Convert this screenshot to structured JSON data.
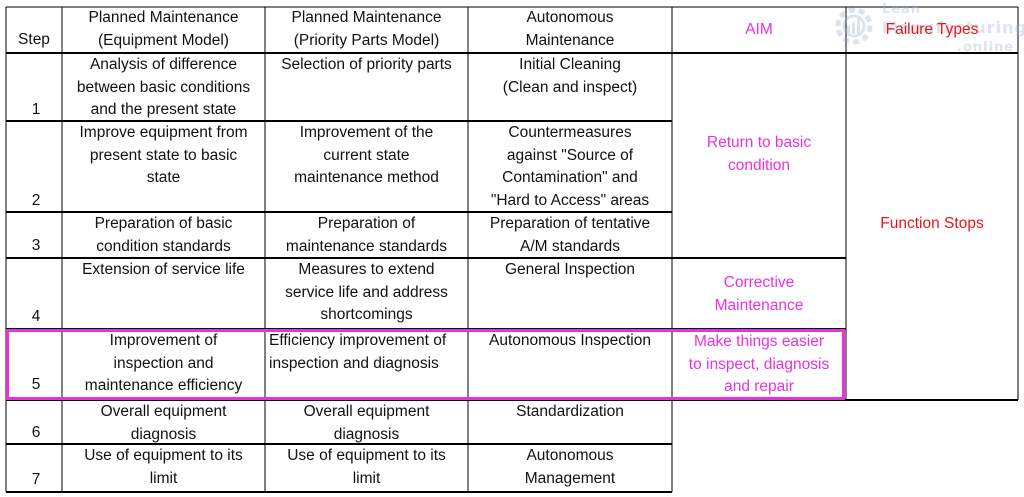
{
  "colors": {
    "aim_text": "#e832e0",
    "failure_text": "#e8161b",
    "highlight_border": "#e832e0",
    "grid": "#000000",
    "watermark": "#9bb4cc"
  },
  "watermark": {
    "icon": "gear-chart-icon",
    "line1": "Lean",
    "line2": "Manufacturing",
    "line3": ".online"
  },
  "headers": {
    "step": "Step",
    "equipment_model": "Planned Maintenance\n(Equipment Model)",
    "priority_parts_model": "Planned Maintenance\n(Priority Parts Model)",
    "autonomous": "Autonomous\nMaintenance",
    "aim": "AIM",
    "failure_types": "Failure Types"
  },
  "rows": [
    {
      "step": "1",
      "equipment": "Analysis of difference\nbetween basic conditions\nand the present state",
      "priority": "Selection of priority parts",
      "autonomous": "Initial Cleaning\n(Clean and inspect)"
    },
    {
      "step": "2",
      "equipment": "Improve equipment from\npresent state to basic\nstate",
      "priority": "Improvement of the\ncurrent state\nmaintenance method",
      "autonomous": "Countermeasures\nagainst \"Source of\nContamination\" and\n\"Hard to Access\" areas"
    },
    {
      "step": "3",
      "equipment": "Preparation of basic\ncondition standards",
      "priority": "Preparation of\nmaintenance standards",
      "autonomous": "Preparation of tentative\nA/M standards"
    },
    {
      "step": "4",
      "equipment": "Extension of service life",
      "priority": "Measures to extend\nservice life and address\nshortcomings",
      "autonomous": "General Inspection"
    },
    {
      "step": "5",
      "equipment": "Improvement of\ninspection and\nmaintenance efficiency",
      "priority": "Efficiency improvement of\ninspection and diagnosis",
      "autonomous": "Autonomous Inspection"
    },
    {
      "step": "6",
      "equipment": "Overall equipment\ndiagnosis",
      "priority": "Overall equipment\ndiagnosis",
      "autonomous": "Standardization"
    },
    {
      "step": "7",
      "equipment": "Use of equipment to its\nlimit",
      "priority": "Use of equipment to its\nlimit",
      "autonomous": "Autonomous\nManagement"
    }
  ],
  "aims": {
    "return_to_basic": "Return to basic\ncondition",
    "corrective": "Corrective\nMaintenance",
    "easier_inspect": "Make things easier\nto inspect, diagnosis\nand repair"
  },
  "failure_types": {
    "function_stops": "Function Stops"
  }
}
